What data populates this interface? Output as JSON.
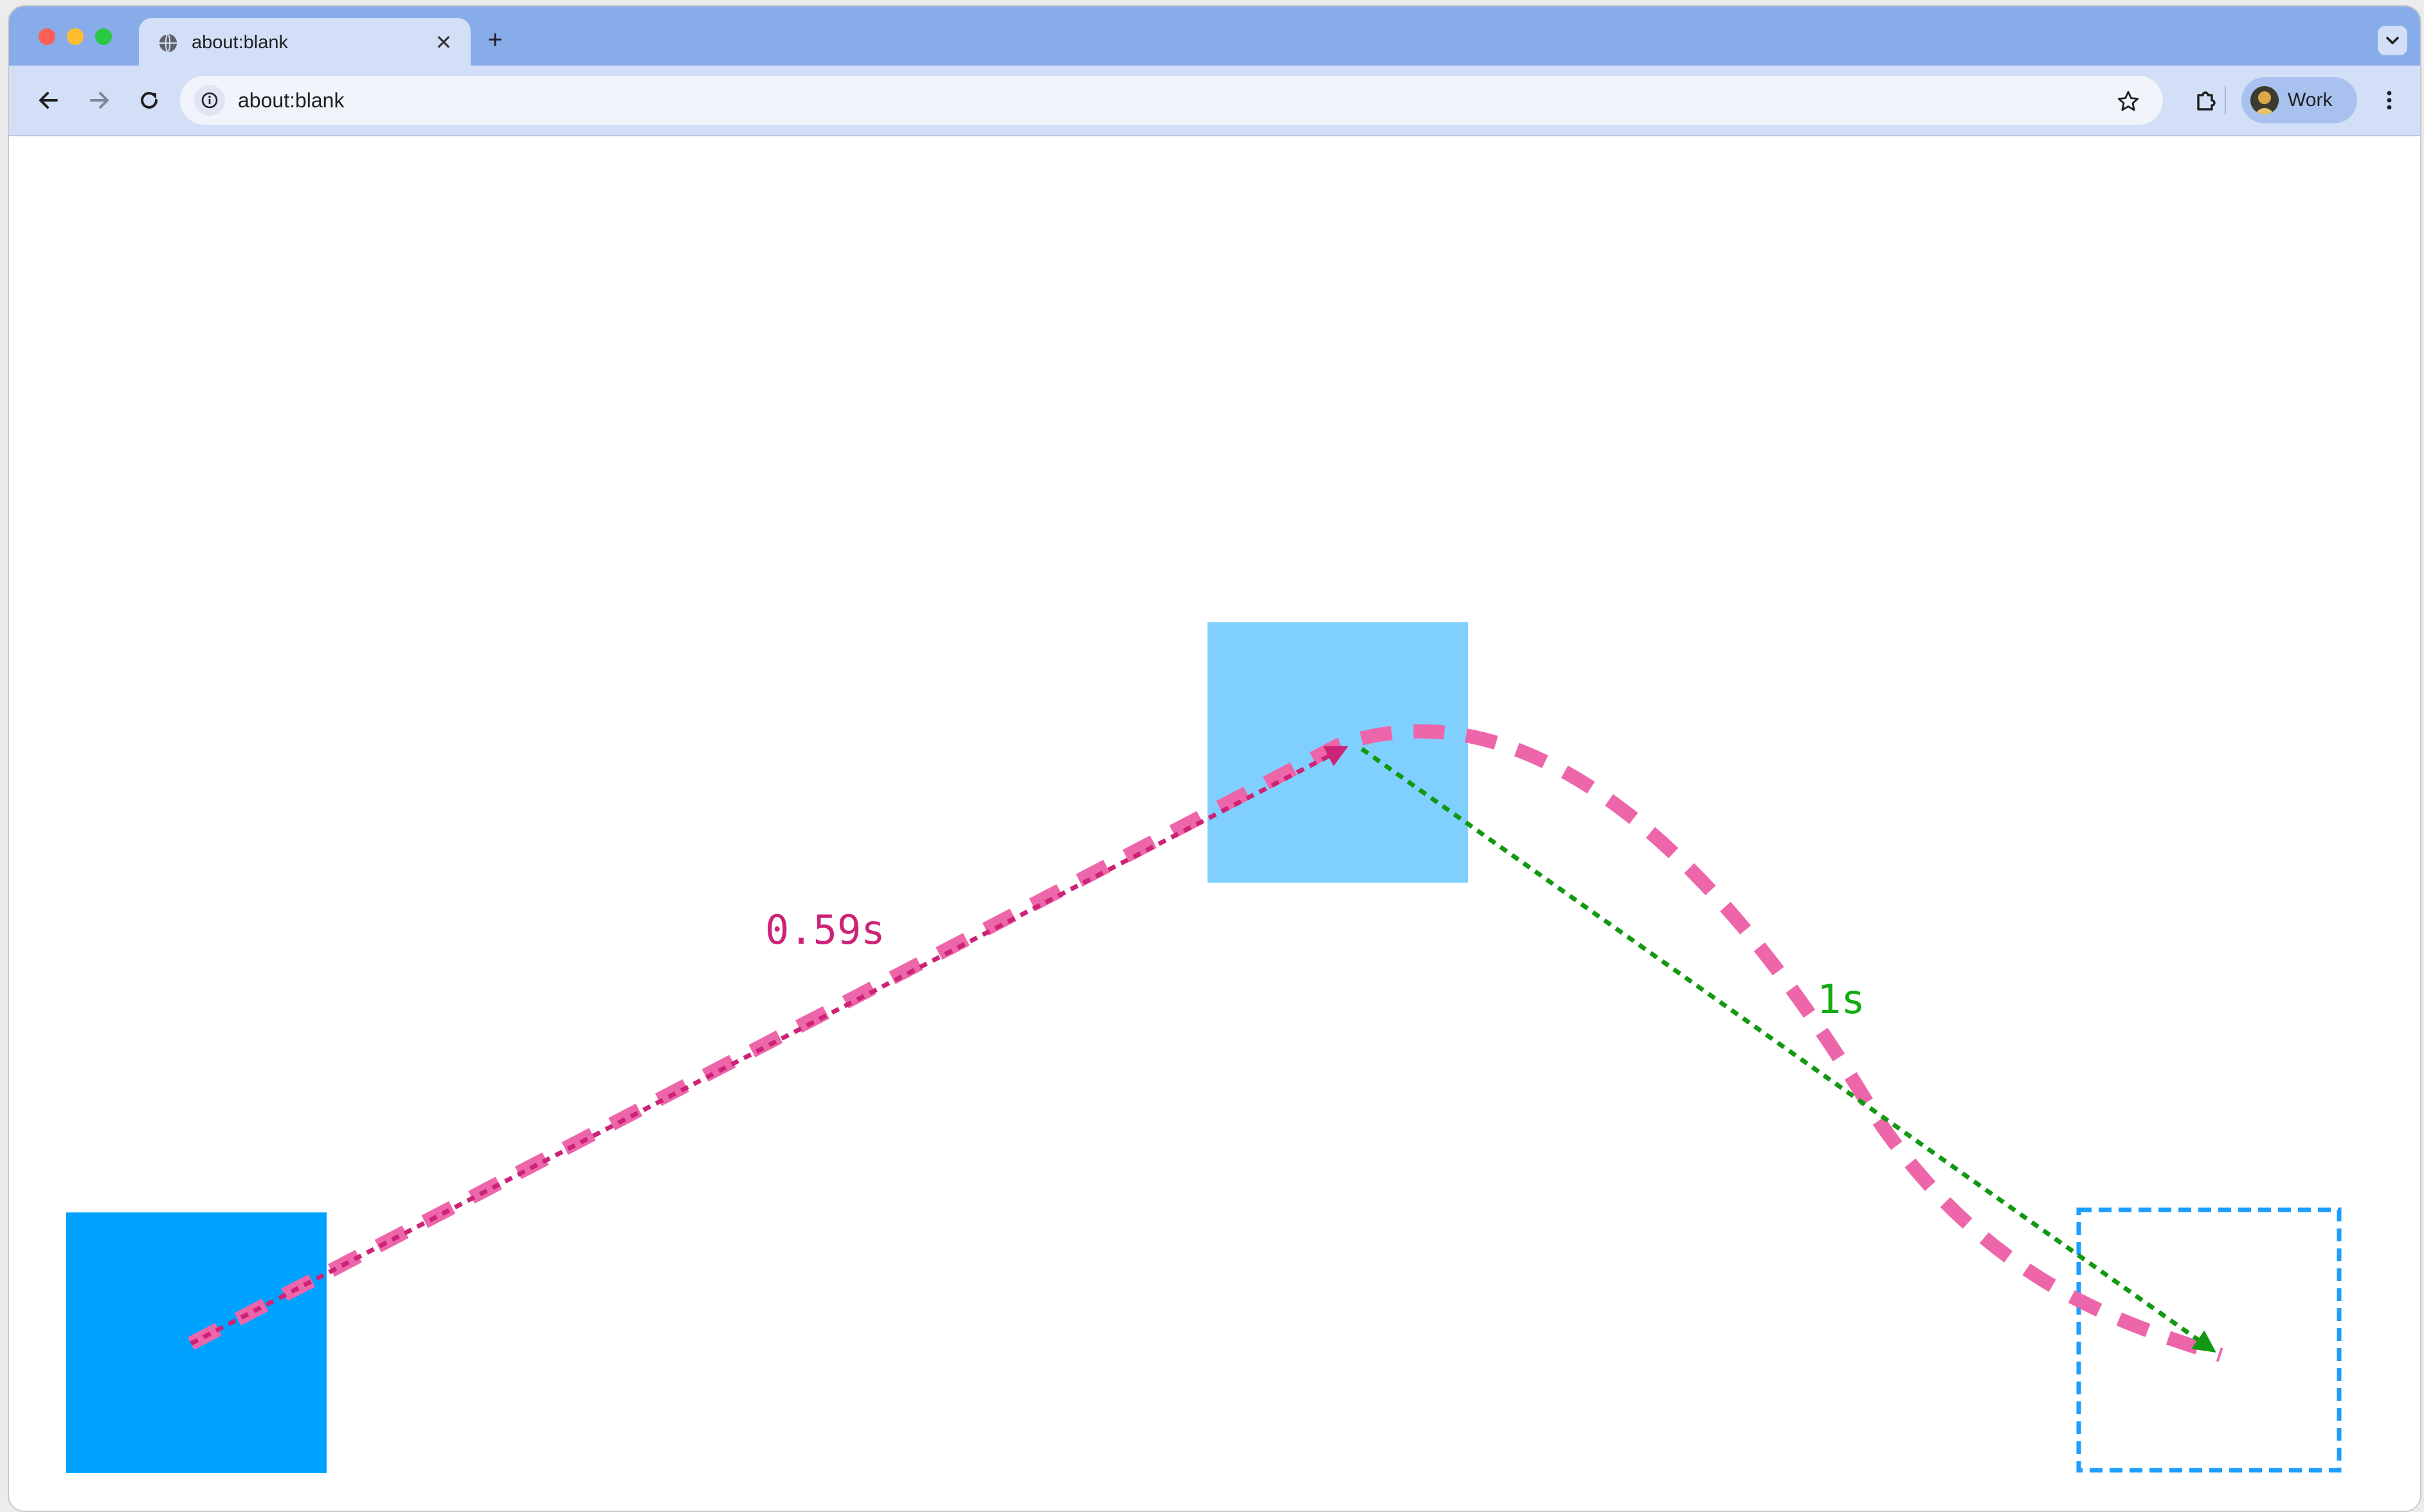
{
  "browser": {
    "tab_title": "about:blank",
    "tab_close_glyph": "✕",
    "new_tab_glyph": "+",
    "address": "about:blank",
    "profile_label": "Work",
    "icons": [
      "globe-icon",
      "close-icon",
      "plus-icon",
      "chevron-down-icon",
      "back-arrow-icon",
      "forward-arrow-icon",
      "reload-icon",
      "info-icon",
      "star-icon",
      "extensions-puzzle-icon",
      "more-vert-icon"
    ]
  },
  "canvas": {
    "colors": {
      "start_box": "#00a2ff",
      "mid_box": "#80d0ff",
      "target_outline": "#1e9eff",
      "curve": "#ee66aa",
      "first_leg": "#cc2277",
      "second_leg": "#119911",
      "first_label": "#cc2277",
      "second_label": "#11aa11"
    },
    "labels": {
      "first_leg_time": "0.59s",
      "second_leg_time": "1s"
    }
  }
}
